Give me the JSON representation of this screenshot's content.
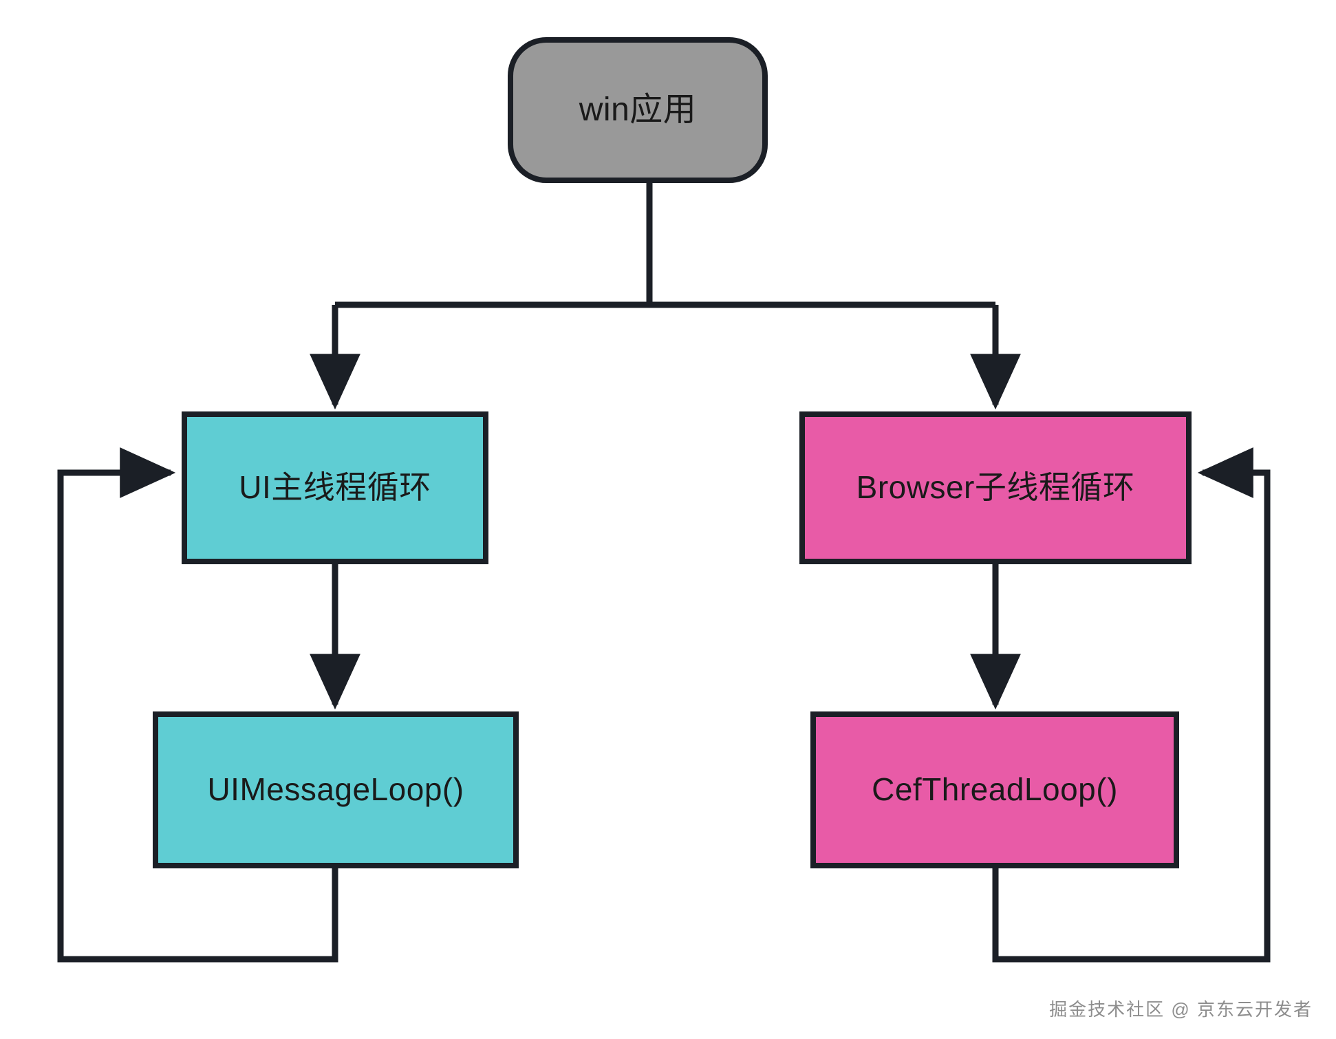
{
  "diagram": {
    "title": "CEF win application thread loop diagram",
    "background_color": "#ffffff",
    "edge_color": "#1b1f26",
    "nodes": [
      {
        "id": "root",
        "label": "win应用",
        "shape": "rounded-rect",
        "fill": "#999999",
        "border": "#1b1f26"
      },
      {
        "id": "ui-loop",
        "label": "UI主线程循环",
        "shape": "rect",
        "fill": "#5fcdd3",
        "border": "#1b1f26"
      },
      {
        "id": "browser-loop",
        "label": "Browser子线程循环",
        "shape": "rect",
        "fill": "#e85ba7",
        "border": "#1b1f26"
      },
      {
        "id": "ui-message-loop",
        "label": "UIMessageLoop()",
        "shape": "rect",
        "fill": "#5fcdd3",
        "border": "#1b1f26"
      },
      {
        "id": "cef-thread-loop",
        "label": "CefThreadLoop()",
        "shape": "rect",
        "fill": "#e85ba7",
        "border": "#1b1f26"
      }
    ],
    "edges": [
      {
        "from": "root",
        "to": "ui-loop",
        "arrow": true,
        "style": "orthogonal"
      },
      {
        "from": "root",
        "to": "browser-loop",
        "arrow": true,
        "style": "orthogonal"
      },
      {
        "from": "ui-loop",
        "to": "ui-message-loop",
        "arrow": true,
        "style": "straight"
      },
      {
        "from": "browser-loop",
        "to": "cef-thread-loop",
        "arrow": true,
        "style": "straight"
      },
      {
        "from": "ui-message-loop",
        "to": "ui-loop",
        "arrow": true,
        "style": "loop-left"
      },
      {
        "from": "cef-thread-loop",
        "to": "browser-loop",
        "arrow": true,
        "style": "loop-right"
      }
    ]
  },
  "watermark": {
    "text": "掘金技术社区 @ 京东云开发者",
    "color": "#8d8d8d"
  }
}
